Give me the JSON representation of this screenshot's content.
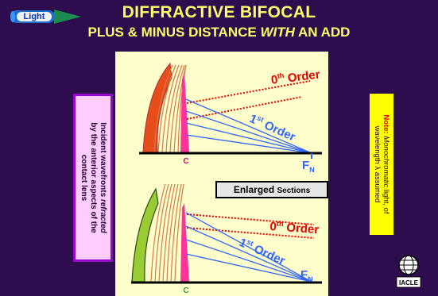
{
  "badge": {
    "label": "Light"
  },
  "title": {
    "line1": "DIFFRACTIVE BIFOCAL",
    "line2_before": "PLUS & MINUS DISTANCE ",
    "line2_italic": "WITH",
    "line2_after": " AN ADD"
  },
  "top_diagram": {
    "order0": {
      "base": "0",
      "sup": "th",
      "word": " Order"
    },
    "order1": {
      "base": "1",
      "sup": "st",
      "word": " Order"
    },
    "c_label": "C",
    "focus": {
      "base": "F",
      "sub": "N"
    }
  },
  "bottom_diagram": {
    "order0": {
      "base": "0",
      "sup": "th",
      "word": " Order"
    },
    "order1": {
      "base": "1",
      "sup": "st",
      "word": " Order"
    },
    "c_label": "C",
    "focus": {
      "base": "F",
      "sub": "N"
    }
  },
  "enlarged_box": {
    "main": "Enlarged ",
    "small": "Sections"
  },
  "incident_note": {
    "line1_before": "Incident wavefronts ",
    "line1_italic": "refracted",
    "line2": "by the anterior aspects of the",
    "line3": "contact lens"
  },
  "mono_note": {
    "label": "Note:",
    "line1_italic": " Monochromatic",
    "line1_after": " light, of",
    "line2": "wavelength λ assumed"
  },
  "logo_text": "IACLE",
  "colors": {
    "background": "#2e0d4e",
    "title": "#ffff66",
    "zero_order": "#e60000",
    "first_order": "#3366ff",
    "diffractive_surface": "#ff3399",
    "upper_lens": "#e64d1a",
    "lower_lens": "#99cc33"
  }
}
